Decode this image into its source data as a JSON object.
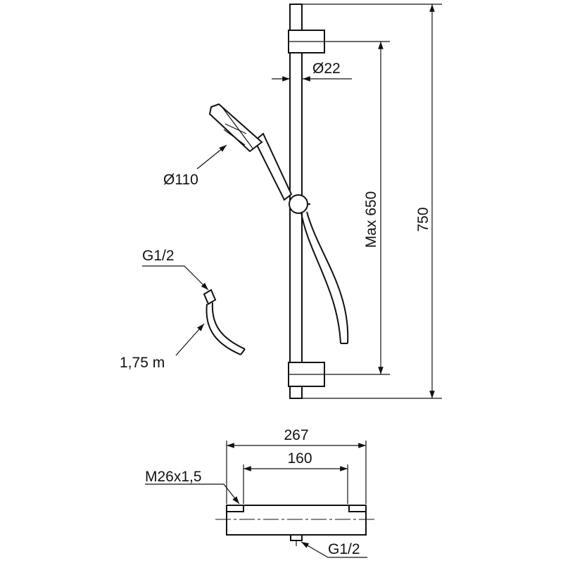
{
  "labels": {
    "bar_diameter": "Ø22",
    "handshower_diameter": "Ø110",
    "hose_connection": "G1/2",
    "hose_length": "1,75 m",
    "max_height": "Max 650",
    "total_height": "750",
    "mixer_width": "267",
    "mixer_centers": "160",
    "mixer_thread": "M26x1,5",
    "mixer_outlet": "G1/2"
  }
}
